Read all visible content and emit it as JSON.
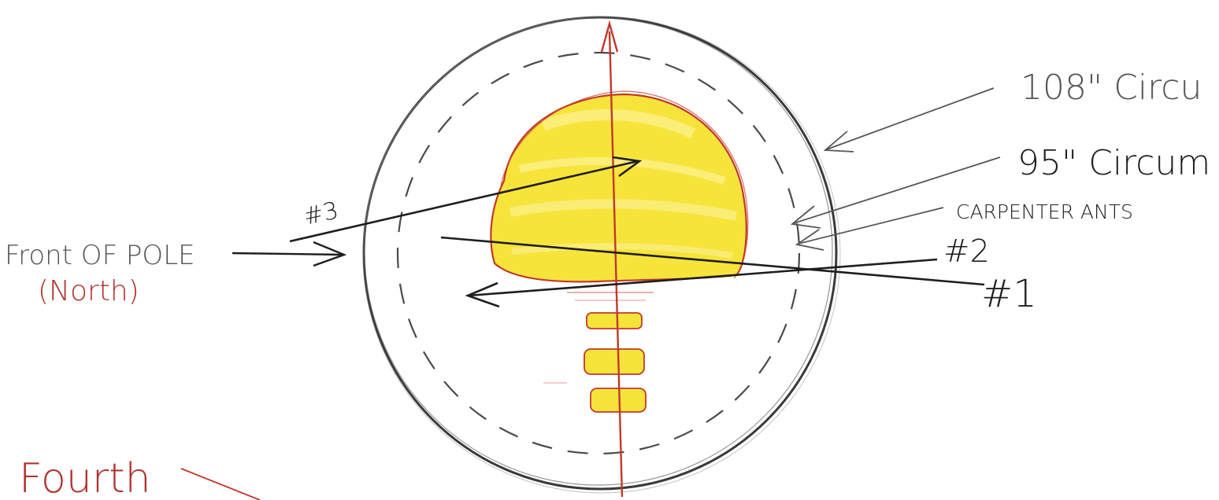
{
  "labels": {
    "circle_108": "108\" Circu",
    "circle_95": "95\" Circum",
    "carpenter_ants": "CARPENTER ANTS",
    "hole_1": "#1",
    "hole_2": "#2",
    "hole_3": "#3",
    "front_of_pole": "Front OF POLE",
    "north": "(North)",
    "fourth": "Fourth"
  },
  "colors": {
    "pencil": "#3a3a3a",
    "ink": "#1e1e1e",
    "red_ink": "#c0392b",
    "decay_yellow": "#f7e43a",
    "decay_light": "#fbf08a"
  }
}
